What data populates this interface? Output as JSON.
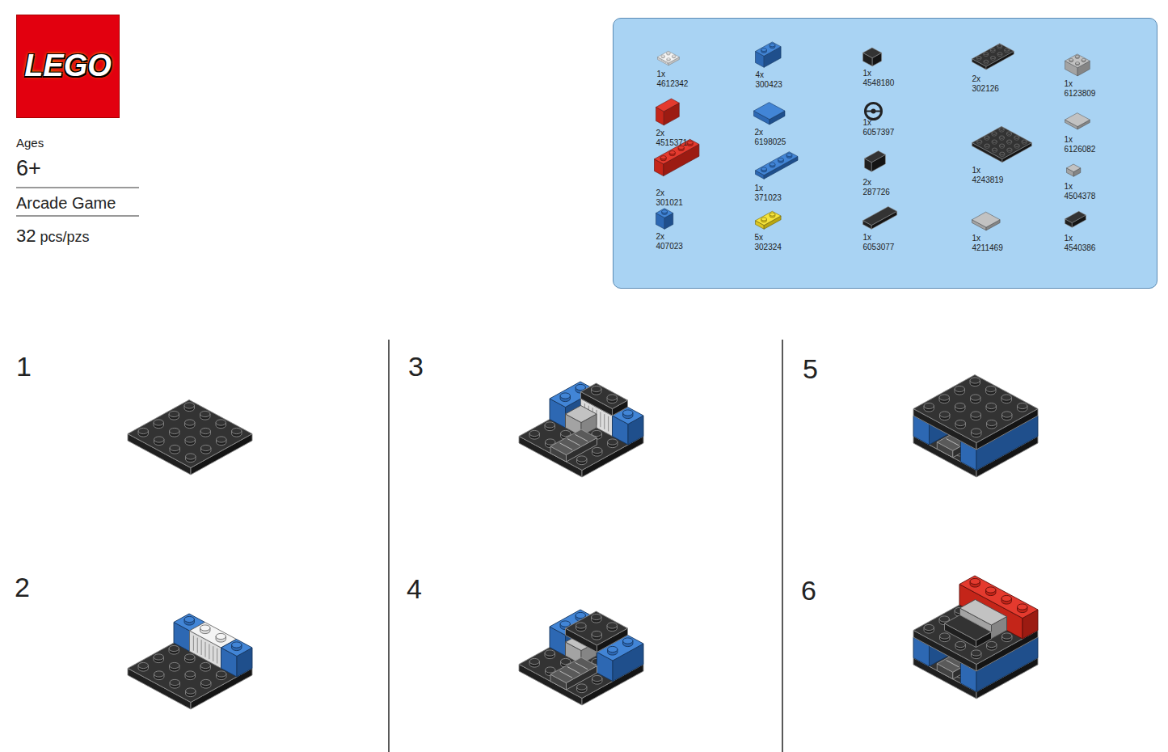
{
  "diagram": {
    "nodes": [
      {
        "text": [
          "LEGO"
        ]
      },
      {
        "text": [
          "1x 4612342",
          "2x 4515371",
          "2x 301021",
          "2x 407023",
          "4x 300423",
          "2x 6198025",
          "1x 371023",
          "5x 302324",
          "1x 4548180",
          "1x 6057397",
          "2x 287726",
          "1x 6053077",
          "2x 302126",
          "1x 4243819",
          "1x 4211469",
          "1x 6123809",
          "1x 6126082",
          "1x 4504378",
          "1x 4540386"
        ]
      }
    ],
    "labels": [
      "Ages",
      "6+",
      "Arcade Game",
      "32",
      "pcs/pzs",
      "1",
      "3",
      "5",
      "2",
      "4",
      "6"
    ]
  }
}
